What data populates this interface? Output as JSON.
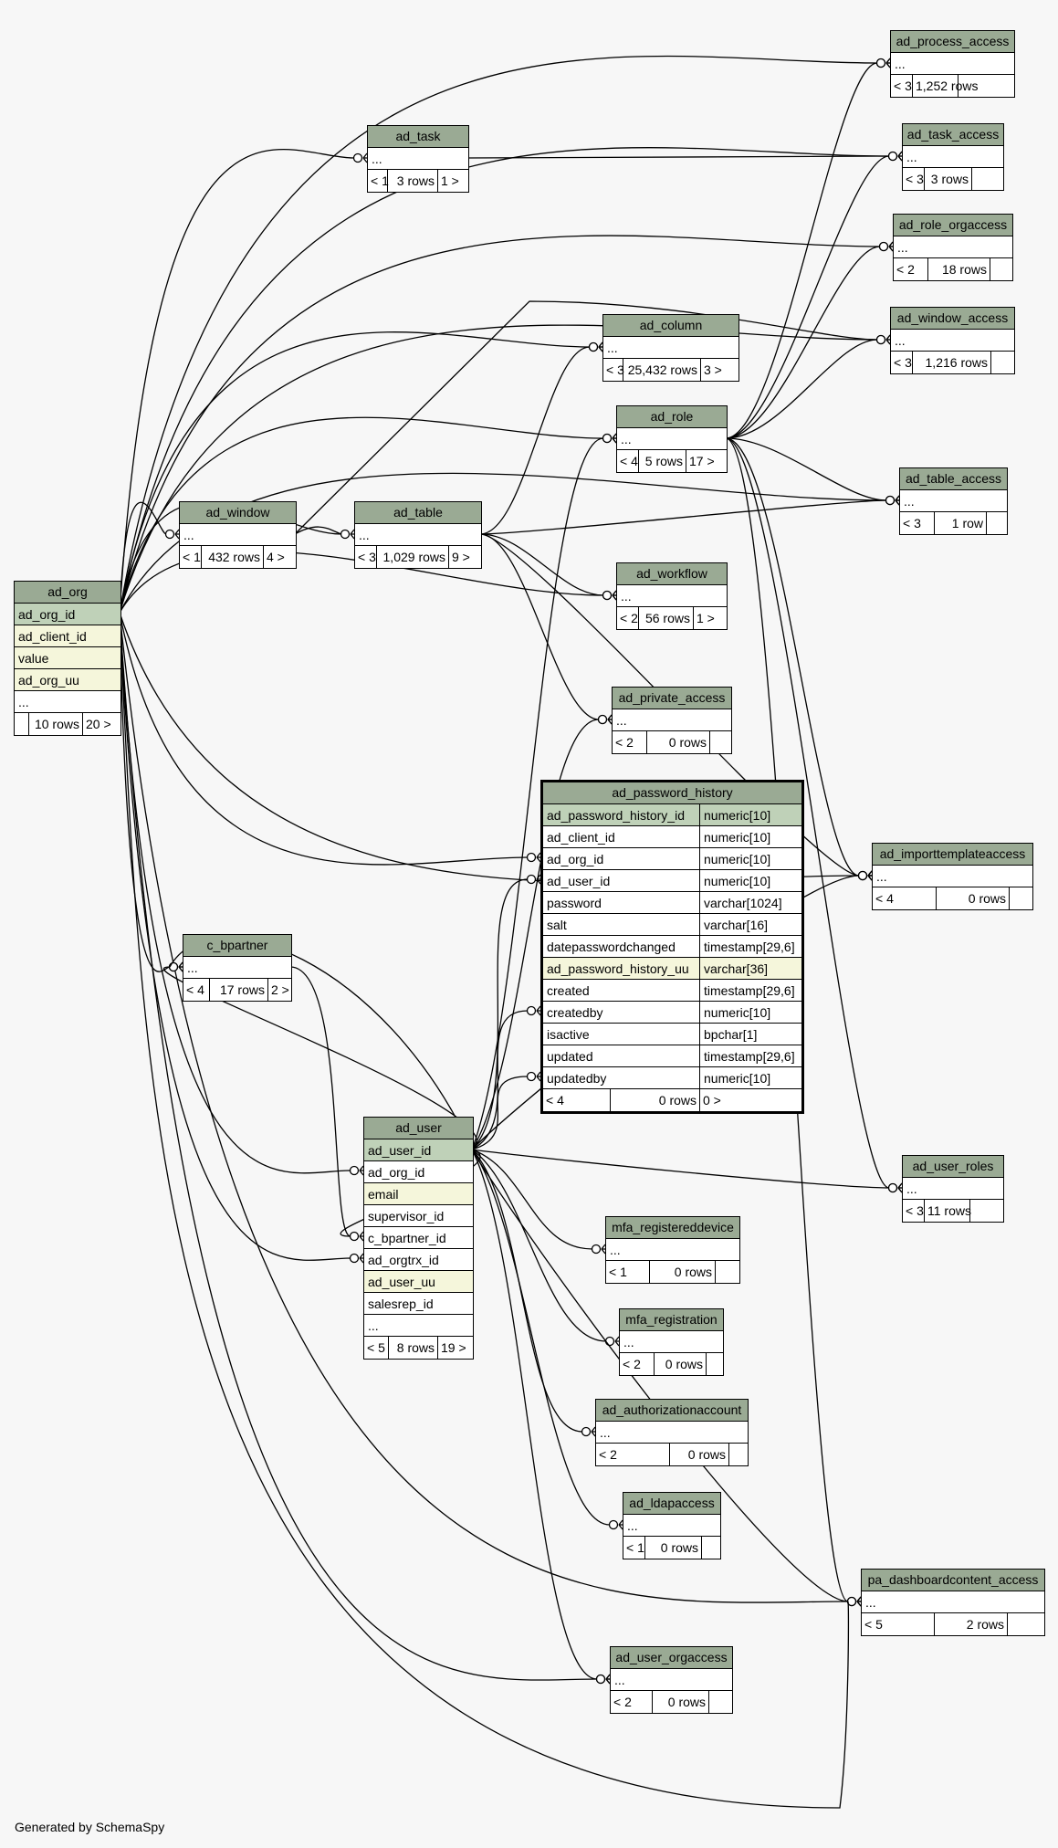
{
  "footer": "Generated by SchemaSpy",
  "ellipsis": "...",
  "tables": {
    "ad_process_access": {
      "name": "ad_process_access",
      "parents": "< 3",
      "rows": "1,252 rows",
      "children": ""
    },
    "ad_task": {
      "name": "ad_task",
      "parents": "< 1",
      "rows": "3 rows",
      "children": "1 >"
    },
    "ad_task_access": {
      "name": "ad_task_access",
      "parents": "< 3",
      "rows": "3 rows",
      "children": ""
    },
    "ad_role_orgaccess": {
      "name": "ad_role_orgaccess",
      "parents": "< 2",
      "rows": "18 rows",
      "children": ""
    },
    "ad_column": {
      "name": "ad_column",
      "parents": "< 3",
      "rows": "25,432 rows",
      "children": "3 >"
    },
    "ad_window_access": {
      "name": "ad_window_access",
      "parents": "< 3",
      "rows": "1,216 rows",
      "children": ""
    },
    "ad_role": {
      "name": "ad_role",
      "parents": "< 4",
      "rows": "5 rows",
      "children": "17 >"
    },
    "ad_table_access": {
      "name": "ad_table_access",
      "parents": "< 3",
      "rows": "1 row",
      "children": ""
    },
    "ad_window": {
      "name": "ad_window",
      "parents": "< 1",
      "rows": "432 rows",
      "children": "4 >"
    },
    "ad_table": {
      "name": "ad_table",
      "parents": "< 3",
      "rows": "1,029 rows",
      "children": "9 >"
    },
    "ad_workflow": {
      "name": "ad_workflow",
      "parents": "< 2",
      "rows": "56 rows",
      "children": "1 >"
    },
    "ad_private_access": {
      "name": "ad_private_access",
      "parents": "< 2",
      "rows": "0 rows",
      "children": ""
    },
    "ad_importtemplateaccess": {
      "name": "ad_importtemplateaccess",
      "parents": "< 4",
      "rows": "0 rows",
      "children": ""
    },
    "c_bpartner": {
      "name": "c_bpartner",
      "parents": "< 4",
      "rows": "17 rows",
      "children": "2 >"
    },
    "ad_user_roles": {
      "name": "ad_user_roles",
      "parents": "< 3",
      "rows": "11 rows",
      "children": ""
    },
    "mfa_registereddevice": {
      "name": "mfa_registereddevice",
      "parents": "< 1",
      "rows": "0 rows",
      "children": ""
    },
    "mfa_registration": {
      "name": "mfa_registration",
      "parents": "< 2",
      "rows": "0 rows",
      "children": ""
    },
    "ad_authorizationaccount": {
      "name": "ad_authorizationaccount",
      "parents": "< 2",
      "rows": "0 rows",
      "children": ""
    },
    "ad_ldapaccess": {
      "name": "ad_ldapaccess",
      "parents": "< 1",
      "rows": "0 rows",
      "children": ""
    },
    "pa_dashboardcontent_access": {
      "name": "pa_dashboardcontent_access",
      "parents": "< 5",
      "rows": "2 rows",
      "children": ""
    },
    "ad_user_orgaccess": {
      "name": "ad_user_orgaccess",
      "parents": "< 2",
      "rows": "0 rows",
      "children": ""
    }
  },
  "ad_org": {
    "name": "ad_org",
    "columns": [
      "ad_org_id",
      "ad_client_id",
      "value",
      "ad_org_uu",
      "..."
    ],
    "parents": "",
    "rows": "10 rows",
    "children": "20 >"
  },
  "ad_user": {
    "name": "ad_user",
    "columns": [
      "ad_user_id",
      "ad_org_id",
      "email",
      "supervisor_id",
      "c_bpartner_id",
      "ad_orgtrx_id",
      "ad_user_uu",
      "salesrep_id",
      "..."
    ],
    "parents": "< 5",
    "rows": "8 rows",
    "children": "19 >"
  },
  "ad_password_history": {
    "name": "ad_password_history",
    "columns": [
      {
        "name": "ad_password_history_id",
        "type": "numeric[10]"
      },
      {
        "name": "ad_client_id",
        "type": "numeric[10]"
      },
      {
        "name": "ad_org_id",
        "type": "numeric[10]"
      },
      {
        "name": "ad_user_id",
        "type": "numeric[10]"
      },
      {
        "name": "password",
        "type": "varchar[1024]"
      },
      {
        "name": "salt",
        "type": "varchar[16]"
      },
      {
        "name": "datepasswordchanged",
        "type": "timestamp[29,6]"
      },
      {
        "name": "ad_password_history_uu",
        "type": "varchar[36]"
      },
      {
        "name": "created",
        "type": "timestamp[29,6]"
      },
      {
        "name": "createdby",
        "type": "numeric[10]"
      },
      {
        "name": "isactive",
        "type": "bpchar[1]"
      },
      {
        "name": "updated",
        "type": "timestamp[29,6]"
      },
      {
        "name": "updatedby",
        "type": "numeric[10]"
      }
    ],
    "parents": "< 4",
    "rows": "0 rows",
    "children": "0 >"
  },
  "colors": {
    "header": "#9aaa94",
    "primary_key": "#bfd1b8",
    "indexed": "#f5f6db",
    "background": "#f7f7f7"
  }
}
